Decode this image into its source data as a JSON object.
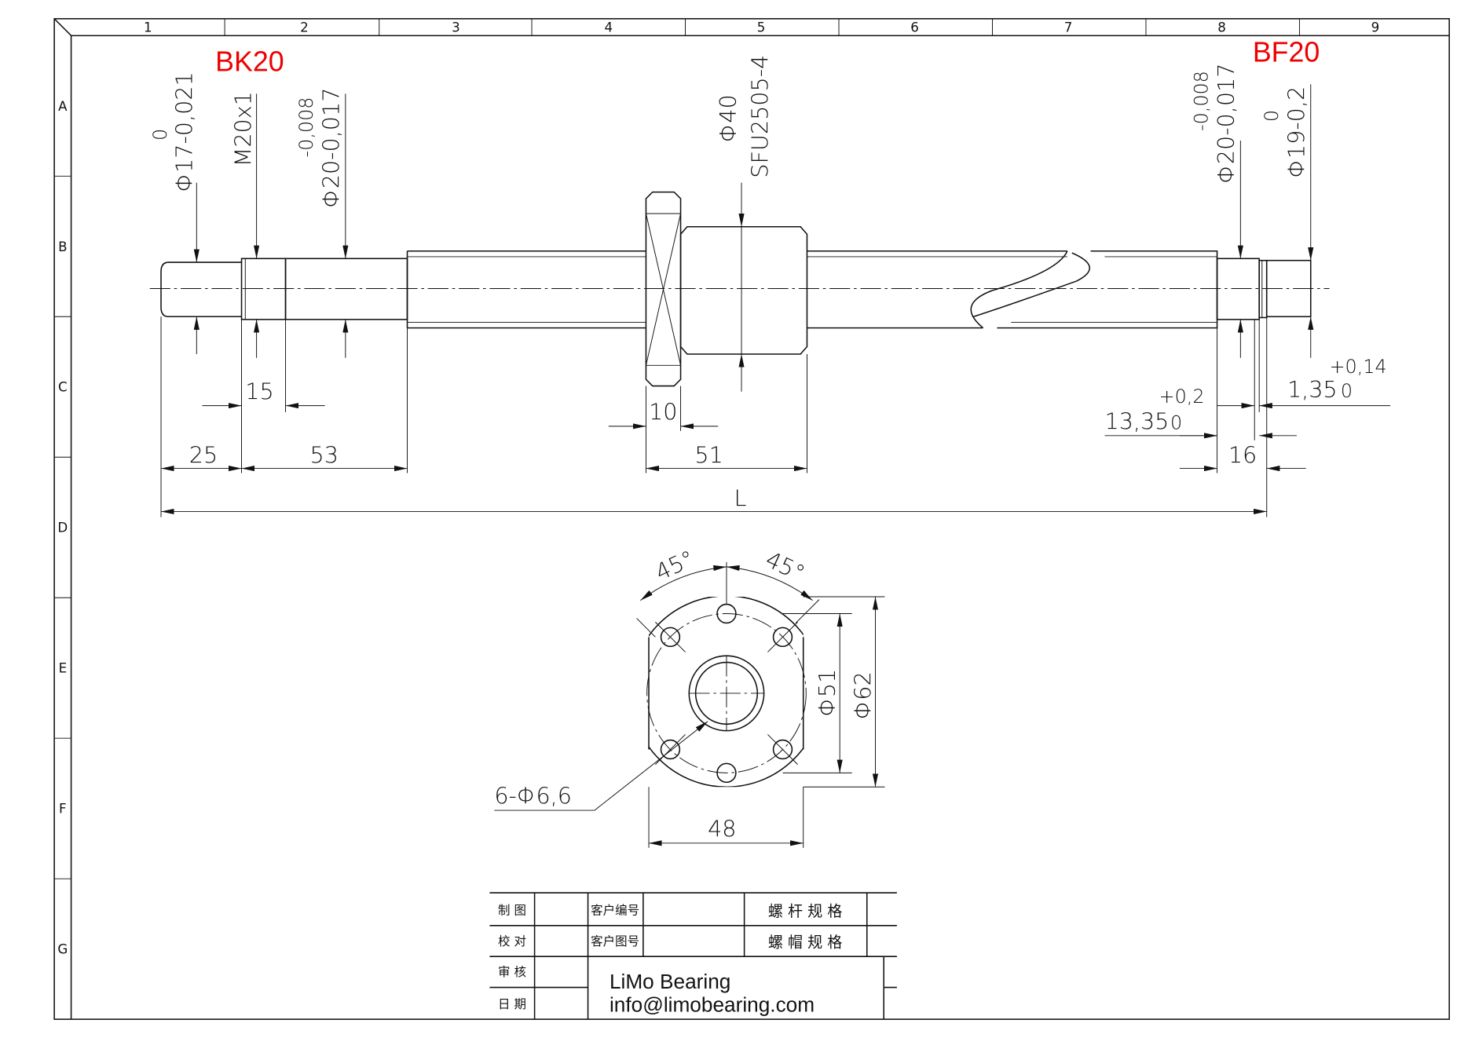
{
  "frame": {
    "columns": [
      "1",
      "2",
      "3",
      "4",
      "5",
      "6",
      "7",
      "8",
      "9"
    ],
    "rows": [
      "A",
      "B",
      "C",
      "D",
      "E",
      "F",
      "G"
    ]
  },
  "labels": {
    "left_support": "BK20",
    "right_support": "BF20"
  },
  "dimensions": {
    "d17": "Φ17-0,021",
    "d17_upper": "0",
    "m20": "M20x1",
    "d20l": "Φ20-0,017",
    "d20l_upper": "-0,008",
    "d40": "Φ40",
    "nut_model": "SFU2505-4",
    "d20r": "Φ20-0,017",
    "d20r_upper": "-0,008",
    "d19": "Φ19-0,2",
    "d19_upper": "0",
    "len15": "15",
    "len25": "25",
    "len53": "53",
    "len10": "10",
    "len51": "51",
    "len16": "16",
    "len_total": "L",
    "groove_pos": "13,35",
    "groove_pos_tol_upper": "+0,2",
    "groove_pos_tol_lower": "0",
    "groove_w": "1,35",
    "groove_w_tol_upper": "+0,14",
    "groove_w_tol_lower": "0",
    "angle_left": "45°",
    "angle_right": "45°",
    "holes": "6-Φ6,6",
    "flange_d51": "Φ51",
    "flange_d62": "Φ62",
    "flange_w48": "48"
  },
  "title_block": {
    "drawn": "制 图",
    "checked": "校 对",
    "reviewed": "审 核",
    "date": "日 期",
    "customer_no": "客户编号",
    "customer_drawing": "客户图号",
    "screw_spec": "螺 杆 规 格",
    "nut_spec": "螺 帽 规 格",
    "company": "LiMo Bearing",
    "email": "info@limobearing.com"
  }
}
